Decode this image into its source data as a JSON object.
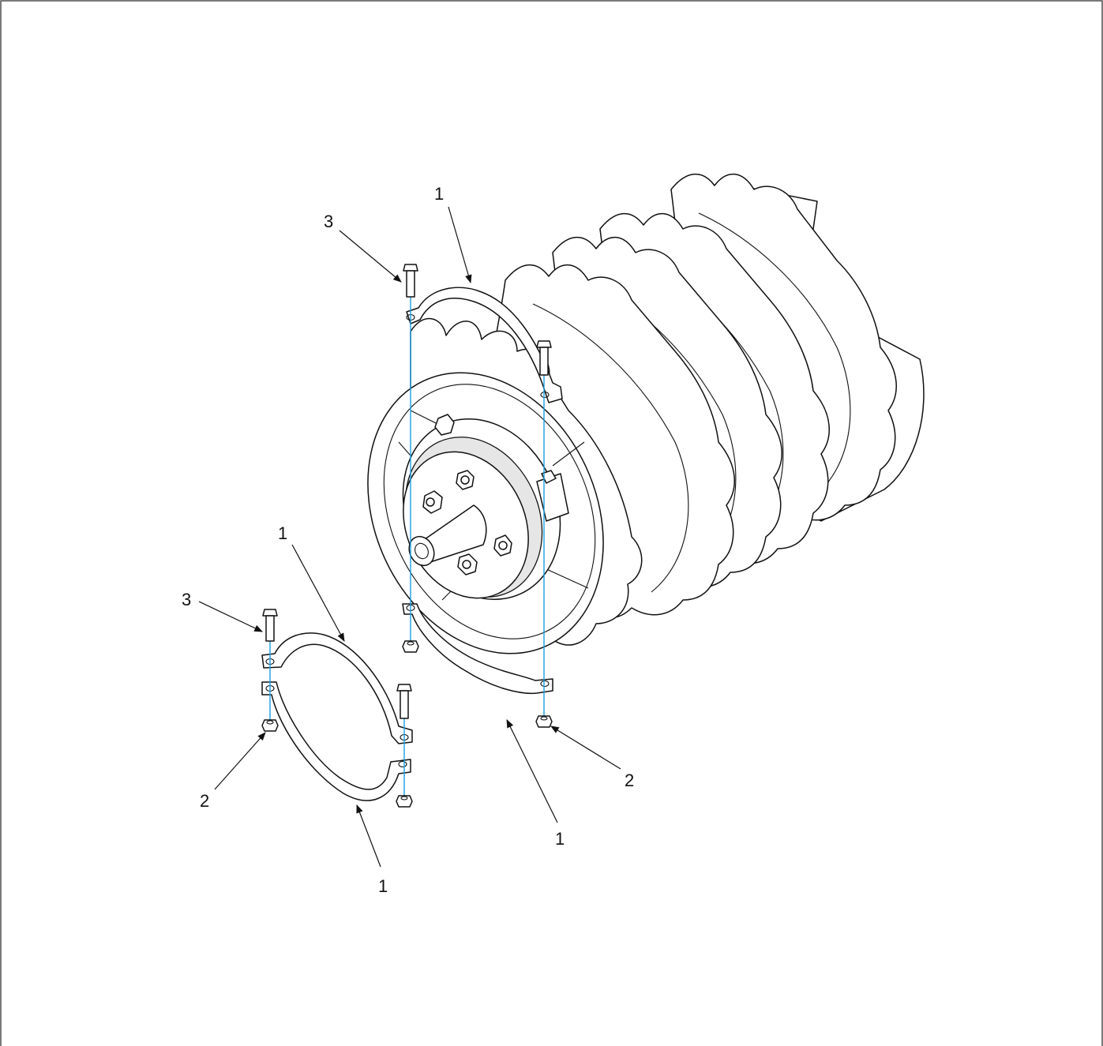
{
  "figure": {
    "callouts": [
      {
        "id": "c1",
        "label": "1"
      },
      {
        "id": "c2",
        "label": "3"
      },
      {
        "id": "c3",
        "label": "1"
      },
      {
        "id": "c4",
        "label": "3"
      },
      {
        "id": "c5",
        "label": "2"
      },
      {
        "id": "c6",
        "label": "1"
      },
      {
        "id": "c7",
        "label": "1"
      },
      {
        "id": "c8",
        "label": "2"
      }
    ]
  },
  "colors": {
    "alignment_line": "#1aa0e0",
    "ink": "#111111",
    "background": "#ffffff"
  }
}
